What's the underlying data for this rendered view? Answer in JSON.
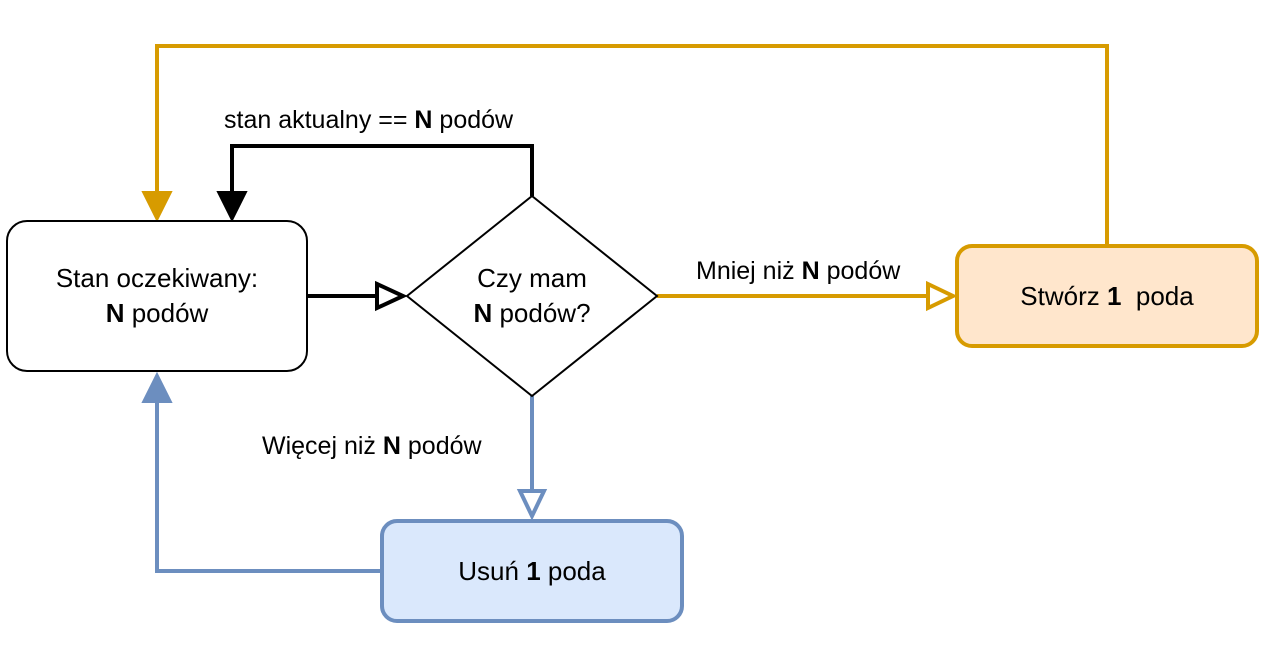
{
  "colors": {
    "black": "#000000",
    "orange_stroke": "#d79b00",
    "orange_fill": "#ffe6cc",
    "blue_stroke": "#6c8ebf",
    "blue_fill": "#dae8fc",
    "white": "#ffffff"
  },
  "nodes": {
    "desired": {
      "line1": "Stan oczekiwany:",
      "bold": "N",
      "rest": " podów"
    },
    "decision": {
      "line1": "Czy mam",
      "bold": "N",
      "rest": " podów?"
    },
    "create": {
      "pre": "Stwórz ",
      "bold": "1",
      "post": "  poda"
    },
    "remove": {
      "pre": "Usuń ",
      "bold": "1",
      "post": " poda"
    }
  },
  "edges": {
    "equal": {
      "pre": "stan aktualny == ",
      "bold": "N",
      "post": " podów"
    },
    "less": {
      "pre": "Mniej niż ",
      "bold": "N",
      "post": " podów"
    },
    "more": {
      "pre": "Więcej niż ",
      "bold": "N",
      "post": " podów"
    }
  }
}
